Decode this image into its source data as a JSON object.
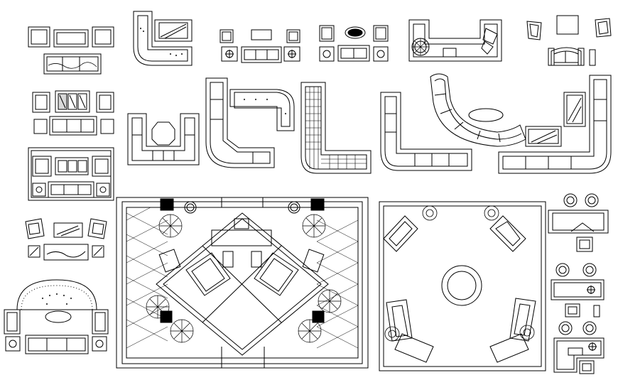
{
  "drawing": {
    "sheet_description": "",
    "stroke_color": "#000000",
    "background_color": "#ffffff",
    "labels": []
  },
  "furniture_blocks": [
    {
      "id": "sofa-set-1",
      "kind": "sofa-set",
      "row": 1,
      "col": 1
    },
    {
      "id": "l-sofa-1",
      "kind": "l-shaped-sofa",
      "row": 1,
      "col": 2
    },
    {
      "id": "sofa-set-2",
      "kind": "sofa-set",
      "row": 1,
      "col": 3
    },
    {
      "id": "sofa-set-3",
      "kind": "sofa-set",
      "row": 1,
      "col": 4
    },
    {
      "id": "u-sofa-1",
      "kind": "u-shaped-sofa",
      "row": 1,
      "col": 5
    },
    {
      "id": "sofa-set-4",
      "kind": "sofa-set",
      "row": 1,
      "col": 6
    },
    {
      "id": "sofa-set-5",
      "kind": "sofa-set",
      "row": 2,
      "col": 1
    },
    {
      "id": "u-sofa-2",
      "kind": "u-shaped-sofa",
      "row": 2,
      "col": 2
    },
    {
      "id": "l-sofa-2",
      "kind": "l-shaped-sofa",
      "row": 2,
      "col": 3
    },
    {
      "id": "l-sofa-3",
      "kind": "l-shaped-sofa",
      "row": 2,
      "col": 4
    },
    {
      "id": "curved-sofa-1",
      "kind": "curved-sofa",
      "row": 2,
      "col": 5
    },
    {
      "id": "l-sofa-4",
      "kind": "l-shaped-sofa",
      "row": 2,
      "col": 6
    },
    {
      "id": "living-room-plan-1",
      "kind": "room-layout",
      "row": 3,
      "col": 2
    },
    {
      "id": "living-room-plan-2",
      "kind": "room-layout",
      "row": 3,
      "col": 3
    },
    {
      "id": "desk-sets",
      "kind": "office-desk",
      "row": 3,
      "col": 4
    }
  ]
}
